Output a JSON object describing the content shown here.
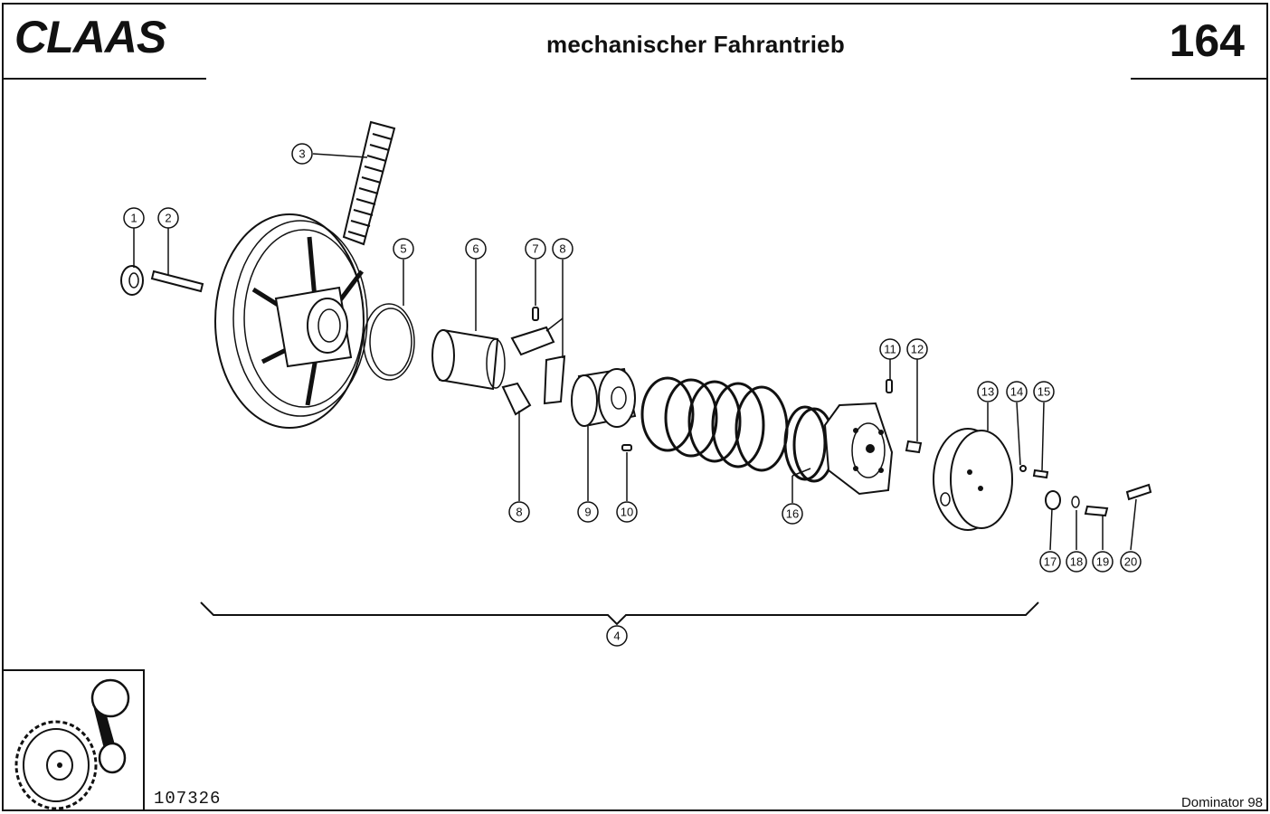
{
  "header": {
    "brand": "CLAAS",
    "title": "mechanischer Fahrantrieb",
    "page_number": "164"
  },
  "footer": {
    "document_number": "107326",
    "model": "Dominator 98"
  },
  "callouts": [
    "1",
    "2",
    "3",
    "4",
    "5",
    "6",
    "7",
    "8",
    "8",
    "9",
    "10",
    "11",
    "12",
    "13",
    "14",
    "15",
    "16",
    "17",
    "18",
    "19",
    "20"
  ]
}
